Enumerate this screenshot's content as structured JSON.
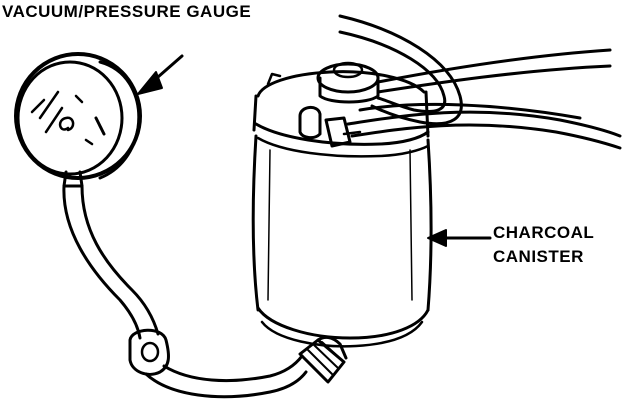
{
  "labels": {
    "gauge": "VACUUM/PRESSURE GAUGE",
    "canister_line1": "CHARCOAL",
    "canister_line2": "CANISTER"
  },
  "colors": {
    "ink": "#000000",
    "paper": "#ffffff"
  }
}
